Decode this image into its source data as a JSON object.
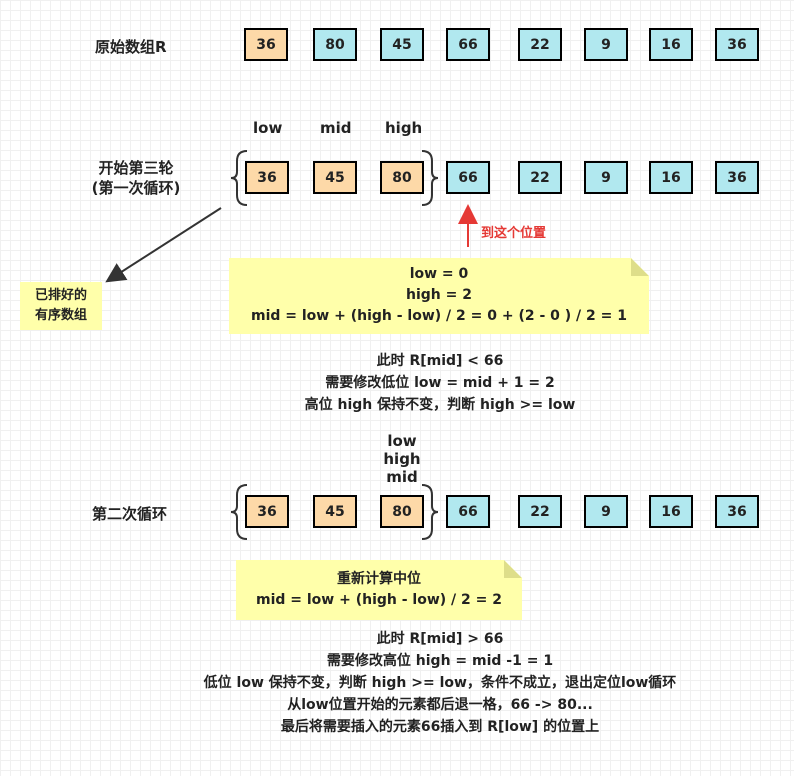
{
  "row1": {
    "label": "原始数组R",
    "cells": [
      "36",
      "80",
      "45",
      "66",
      "22",
      "9",
      "16",
      "36"
    ]
  },
  "row2": {
    "label_line1": "开始第三轮",
    "label_line2": "(第一次循环)",
    "pointer_low": "low",
    "pointer_mid": "mid",
    "pointer_high": "high",
    "cells": [
      "36",
      "45",
      "80",
      "66",
      "22",
      "9",
      "16",
      "36"
    ],
    "arrow_note": "到这个位置",
    "sorted_note_line1": "已排好的",
    "sorted_note_line2": "有序数组"
  },
  "note1": {
    "lines": [
      "low = 0",
      "high = 2",
      "mid = low + (high - low) / 2 = 0 +  (2 - 0 ) / 2 = 1"
    ]
  },
  "text1": {
    "lines": [
      "此时 R[mid] < 66",
      "需要修改低位 low = mid + 1 = 2",
      "高位 high 保持不变，判断 high >= low"
    ]
  },
  "row3": {
    "label": "第二次循环",
    "pointer_low": "low",
    "pointer_high": "high",
    "pointer_mid": "mid",
    "cells": [
      "36",
      "45",
      "80",
      "66",
      "22",
      "9",
      "16",
      "36"
    ]
  },
  "note2": {
    "lines": [
      "重新计算中位",
      "mid = low + (high - low) / 2 = 2"
    ]
  },
  "text2": {
    "lines": [
      "此时 R[mid] > 66",
      "需要修改高位 high = mid -1 = 1",
      "低位 low 保持不变，判断 high >= low，条件不成立，退出定位low循环",
      "从low位置开始的元素都后退一格，66 -> 80...",
      "最后将需要插入的元素66插入到 R[low] 的位置上"
    ]
  },
  "colors": {
    "orange_cell": "#fdd9a8",
    "blue_cell": "#b1e8ef",
    "note_bg": "#ffffaa",
    "red_arrow": "#e53935",
    "dark_arrow": "#333333"
  }
}
